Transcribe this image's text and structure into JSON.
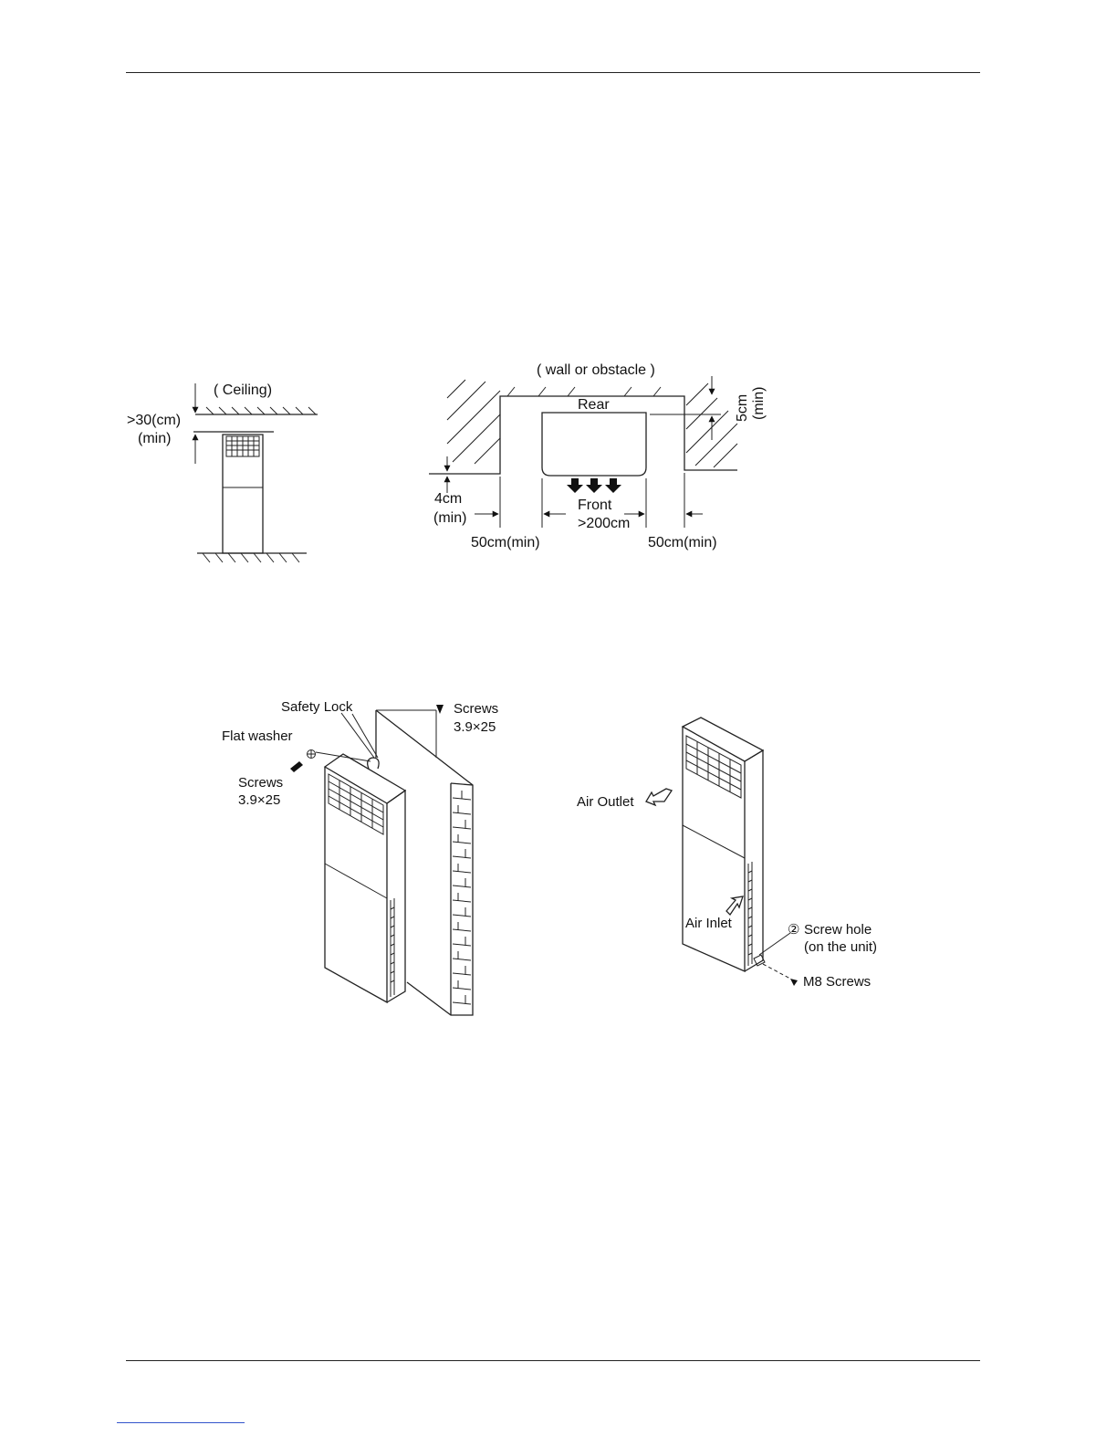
{
  "figure1": {
    "ceiling_label": "( Ceiling)",
    "clearance_value": ">30(cm)",
    "clearance_min": "(min)"
  },
  "figure2": {
    "wall_label": "( wall or obstacle )",
    "rear_label": "Rear",
    "top_clearance_value": "5cm",
    "top_clearance_min": "(min)",
    "left_clearance_value": "4cm",
    "left_clearance_min": "(min)",
    "front_label": "Front",
    "front_clearance": ">200cm",
    "side_left": "50cm(min)",
    "side_right": "50cm(min)"
  },
  "figure3": {
    "safety_lock": "Safety Lock",
    "flat_washer": "Flat washer",
    "screws_left": "Screws",
    "screws_left_size": "3.9×25",
    "screws_right": "Screws",
    "screws_right_size": "3.9×25"
  },
  "figure4": {
    "air_outlet": "Air Outlet",
    "air_inlet": "Air Inlet",
    "screw_hole_marker": "②",
    "screw_hole": "Screw hole",
    "screw_hole_note": "(on the unit)",
    "m8_screws": "M8 Screws"
  }
}
